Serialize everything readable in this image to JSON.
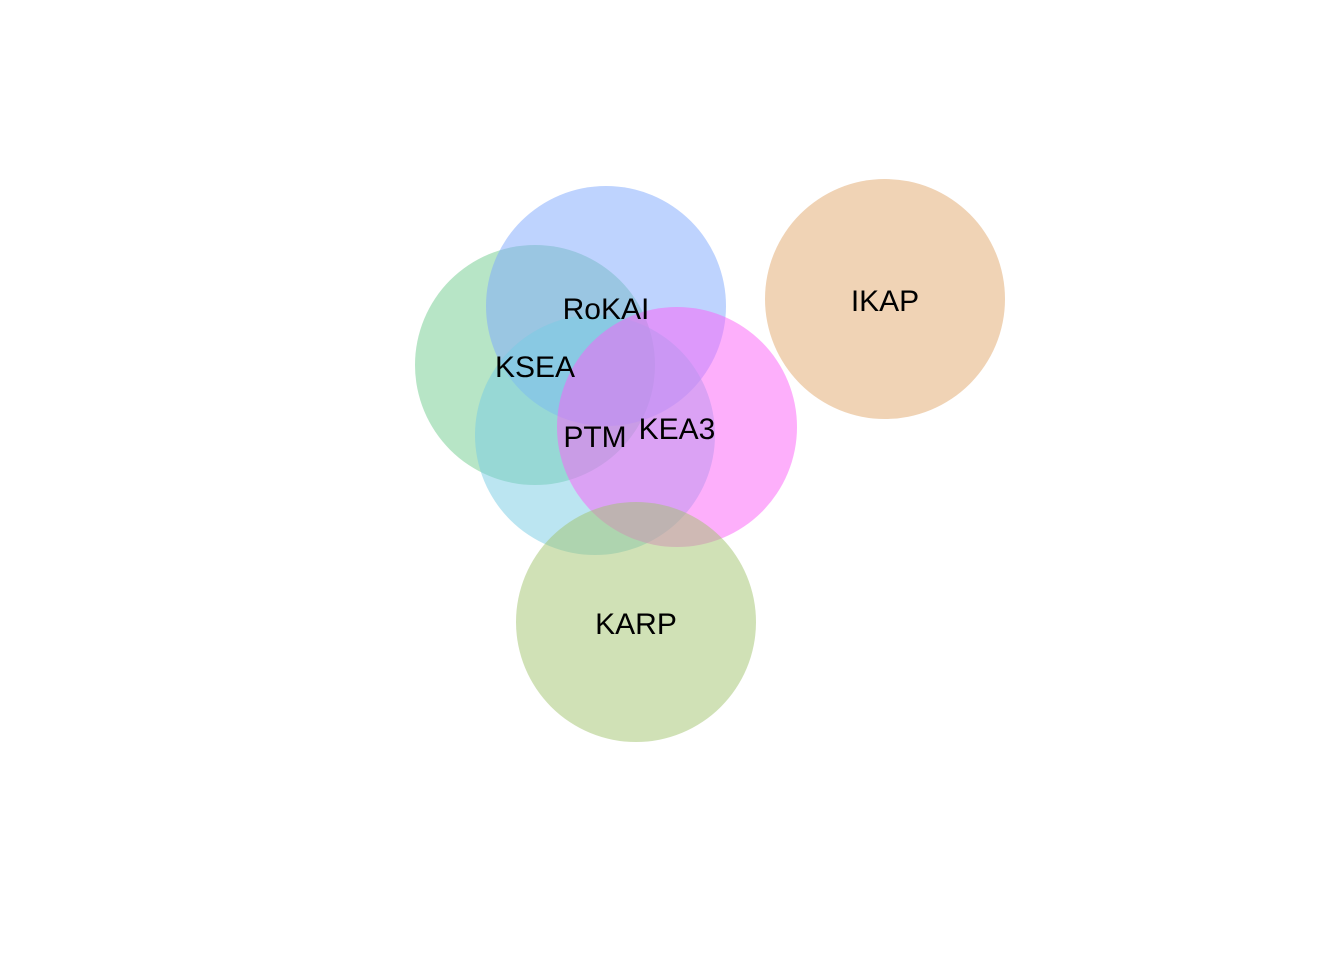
{
  "diagram": {
    "type": "venn",
    "sets": [
      {
        "key": "rokai",
        "label": "RoKAI",
        "color": "#7DA7FD"
      },
      {
        "key": "ksea",
        "label": "KSEA",
        "color": "#6FCC8D"
      },
      {
        "key": "ptm",
        "label": "PTM",
        "color": "#78CCE4"
      },
      {
        "key": "kea3",
        "label": "KEA3",
        "color": "#FB60F8"
      },
      {
        "key": "karp",
        "label": "KARP",
        "color": "#A1C36D"
      },
      {
        "key": "ikap",
        "label": "IKAP",
        "color": "#E2A86B"
      }
    ]
  }
}
